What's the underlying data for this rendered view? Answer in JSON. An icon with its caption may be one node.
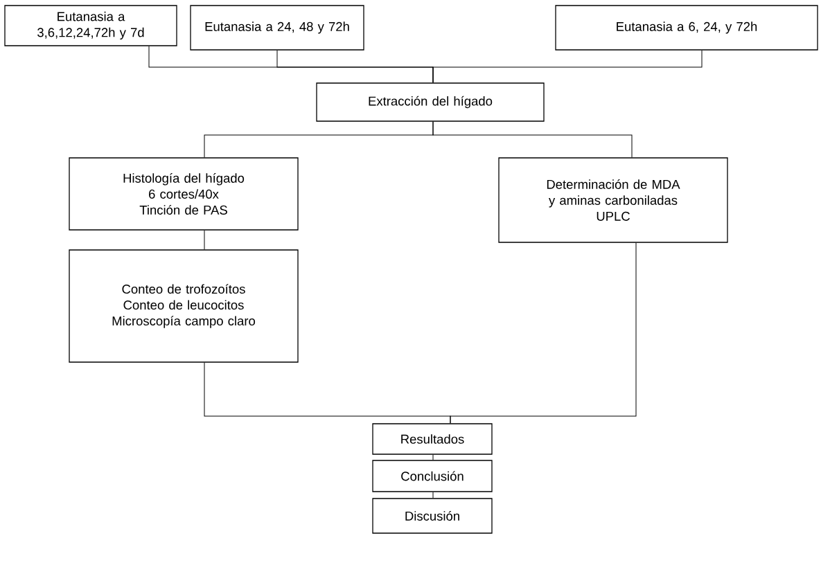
{
  "diagram": {
    "nodes": [
      {
        "text": [
          "Eutanasia a 3,6,12,24,72h y 7d"
        ]
      },
      {
        "text": [
          "Eutanasia a 24, 48 y 72h"
        ]
      },
      {
        "text": [
          "Eutanasia a 6, 24, y 72h"
        ]
      },
      {
        "text": [
          "Extracción del hígado"
        ]
      },
      {
        "text": [
          "Histología del hígado",
          "6 cortes/40x",
          "Tinción de PAS"
        ]
      },
      {
        "text": [
          "Determinación de MDA y aminas carboniladas",
          "UPLC"
        ]
      },
      {
        "text": [
          "Conteo de trofozoítos",
          "Conteo de leucocitos",
          "Microscopía campo claro"
        ]
      },
      {
        "text": [
          "Resultados"
        ]
      },
      {
        "text": [
          "Conclusión"
        ]
      },
      {
        "text": [
          "Discusión"
        ]
      }
    ],
    "edges": [
      {
        "from": 0,
        "to": 3,
        "arrow": "none"
      },
      {
        "from": 1,
        "to": 3,
        "arrow": "none"
      },
      {
        "from": 2,
        "to": 3,
        "arrow": "none"
      },
      {
        "from": 3,
        "to": 4,
        "arrow": "none"
      },
      {
        "from": 3,
        "to": 5,
        "arrow": "none"
      },
      {
        "from": 4,
        "to": 6,
        "arrow": "none"
      },
      {
        "from": 6,
        "to": 7,
        "arrow": "none"
      },
      {
        "from": 5,
        "to": 7,
        "arrow": "none"
      },
      {
        "from": 7,
        "to": 8,
        "arrow": "none"
      },
      {
        "from": 8,
        "to": 9,
        "arrow": "none"
      }
    ]
  }
}
